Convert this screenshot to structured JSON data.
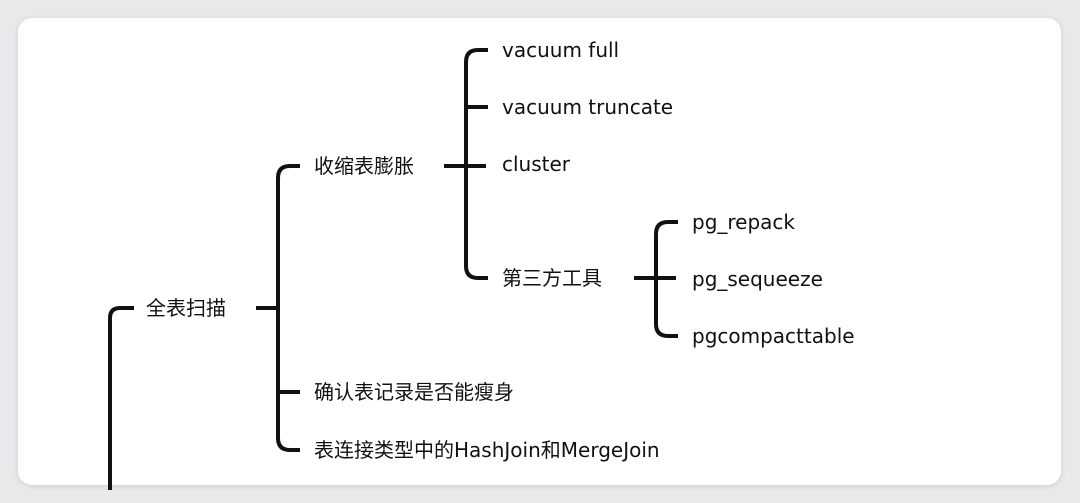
{
  "mindmap": {
    "root_label": "全表扫描",
    "children": [
      {
        "label": "收缩表膨胀",
        "children": [
          {
            "label": "vacuum full"
          },
          {
            "label": "vacuum truncate"
          },
          {
            "label": "cluster"
          },
          {
            "label": "第三方工具",
            "children": [
              {
                "label": "pg_repack"
              },
              {
                "label": "pg_sequeeze"
              },
              {
                "label": "pgcompacttable"
              }
            ]
          }
        ]
      },
      {
        "label": "确认表记录是否能瘦身"
      },
      {
        "label": "表连接类型中的HashJoin和MergeJoin"
      }
    ]
  }
}
